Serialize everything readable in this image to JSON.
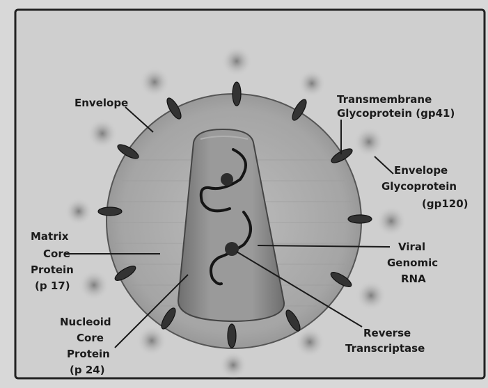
{
  "labels": {
    "envelope": "Envelope",
    "transmembrane_line1": "Transmembrane",
    "transmembrane_line2": "Glycoprotein (gp41)",
    "env_glyco_line1": "Envelope",
    "env_glyco_line2": "Glycoprotein",
    "env_glyco_line3": "(gp120)",
    "matrix_line1": "Matrix",
    "matrix_line2": "Core",
    "matrix_line3": "Protein",
    "matrix_line4": "(p 17)",
    "viral_line1": "Viral",
    "viral_line2": "Genomic",
    "viral_line3": "RNA",
    "nucleoid_line1": "Nucleoid",
    "nucleoid_line2": "Core",
    "nucleoid_line3": "Protein",
    "nucleoid_line4": "(p 24)",
    "reverse_line1": "Reverse",
    "reverse_line2": "Transcriptase"
  },
  "colors": {
    "background": "#d8d8d8",
    "panel": "#cfcfcf",
    "border": "#222222",
    "virion_fill": "#a9a9a9",
    "core_fill": "#8e8e8e",
    "spike": "#333333",
    "rna": "#151515",
    "leader": "#1a1a1a"
  }
}
